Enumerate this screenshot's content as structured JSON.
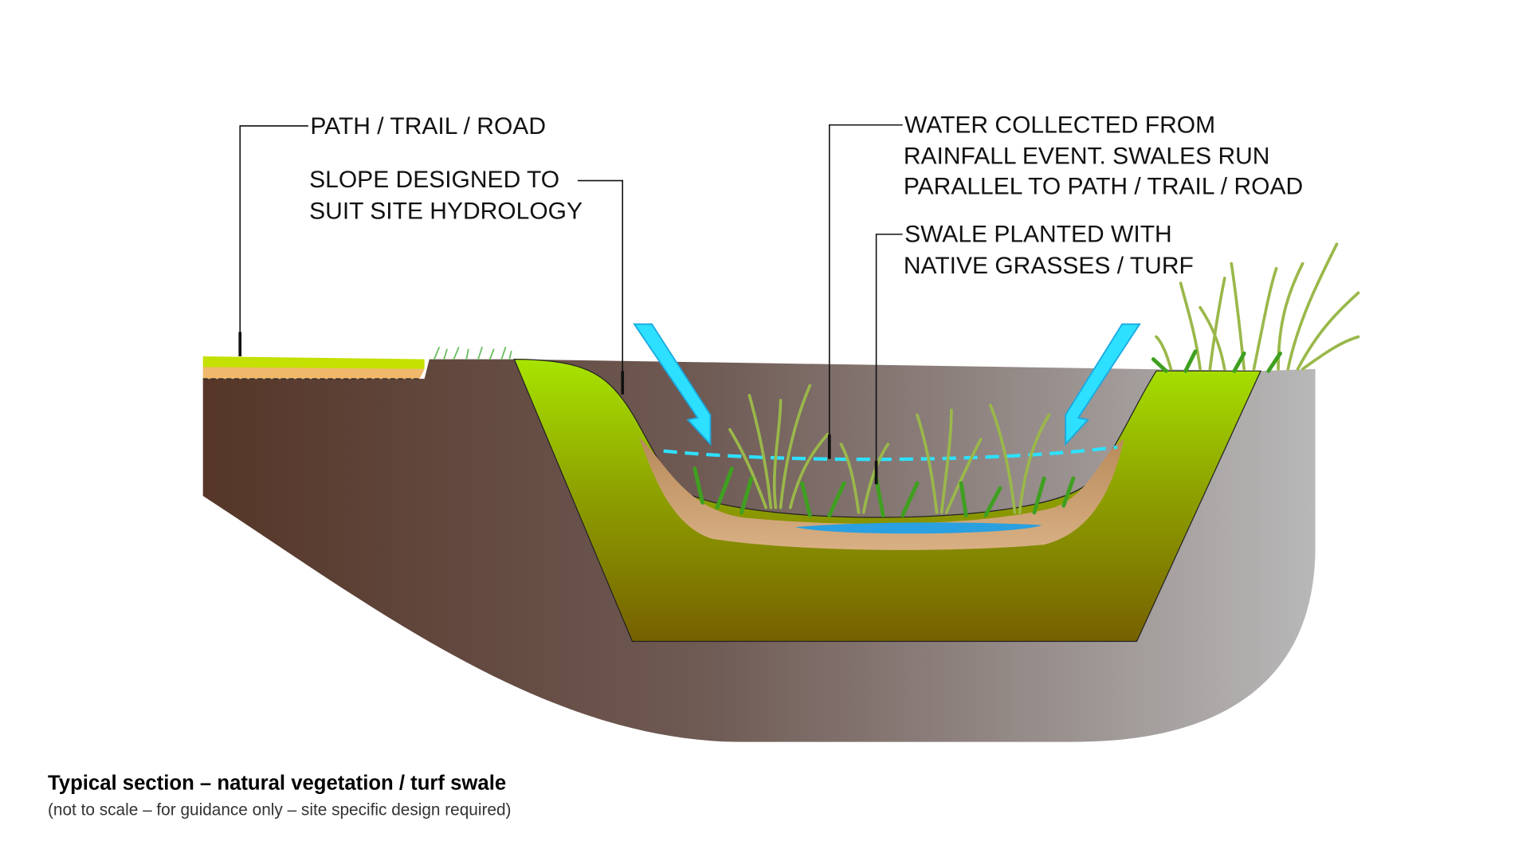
{
  "labels": {
    "path": "PATH / TRAIL / ROAD",
    "slope": [
      "SLOPE DESIGNED TO",
      "SUIT SITE HYDROLOGY"
    ],
    "water": [
      "WATER COLLECTED FROM",
      "RAINFALL EVENT. SWALES RUN",
      "PARALLEL TO PATH / TRAIL / ROAD"
    ],
    "swale": [
      "SWALE PLANTED WITH",
      "NATIVE GRASSES / TURF"
    ]
  },
  "caption": {
    "title": "Typical section – natural vegetation / turf swale",
    "note": "(not to scale – for guidance only – site specific design required)"
  },
  "colors": {
    "soil_dark": "#553628",
    "soil_light": "#b5b5b5",
    "green_top": "#a8e400",
    "green_bottom": "#766200",
    "sand": "#c9a074",
    "water": "#2aa0e0",
    "arrow": "#2ee0ff"
  }
}
